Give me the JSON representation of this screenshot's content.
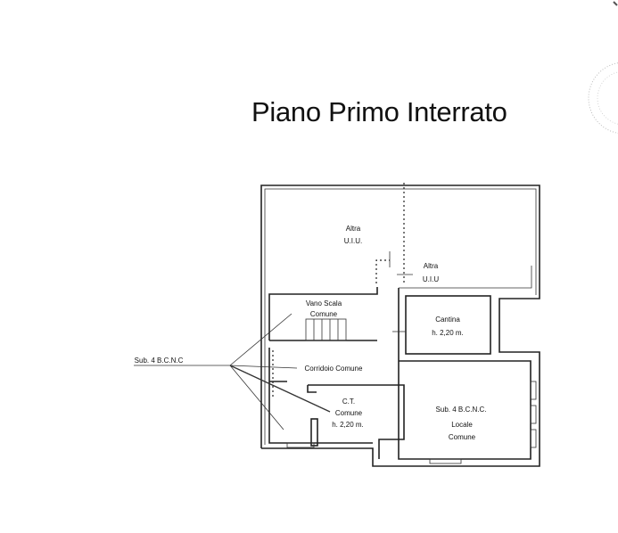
{
  "title": "Piano Primo Interrato",
  "rooms": {
    "altra_uiu_top": {
      "line1": "Altra",
      "line2": "U.I.U."
    },
    "altra_uiu_right": {
      "line1": "Altra",
      "line2": "U.I.U"
    },
    "vano_scala": {
      "line1": "Vano Scala",
      "line2": "Comune"
    },
    "cantina": {
      "line1": "Cantina",
      "line2": "h. 2,20 m."
    },
    "corridoio": {
      "line1": "Corridoio Comune"
    },
    "ct": {
      "line1": "C.T.",
      "line2": "Comune",
      "line3": "h. 2,20 m."
    },
    "locale": {
      "line1": "Sub. 4 B.C.N.C.",
      "line2": "Locale",
      "line3": "Comune"
    }
  },
  "callout_label": "Sub. 4 B.C.N.C"
}
